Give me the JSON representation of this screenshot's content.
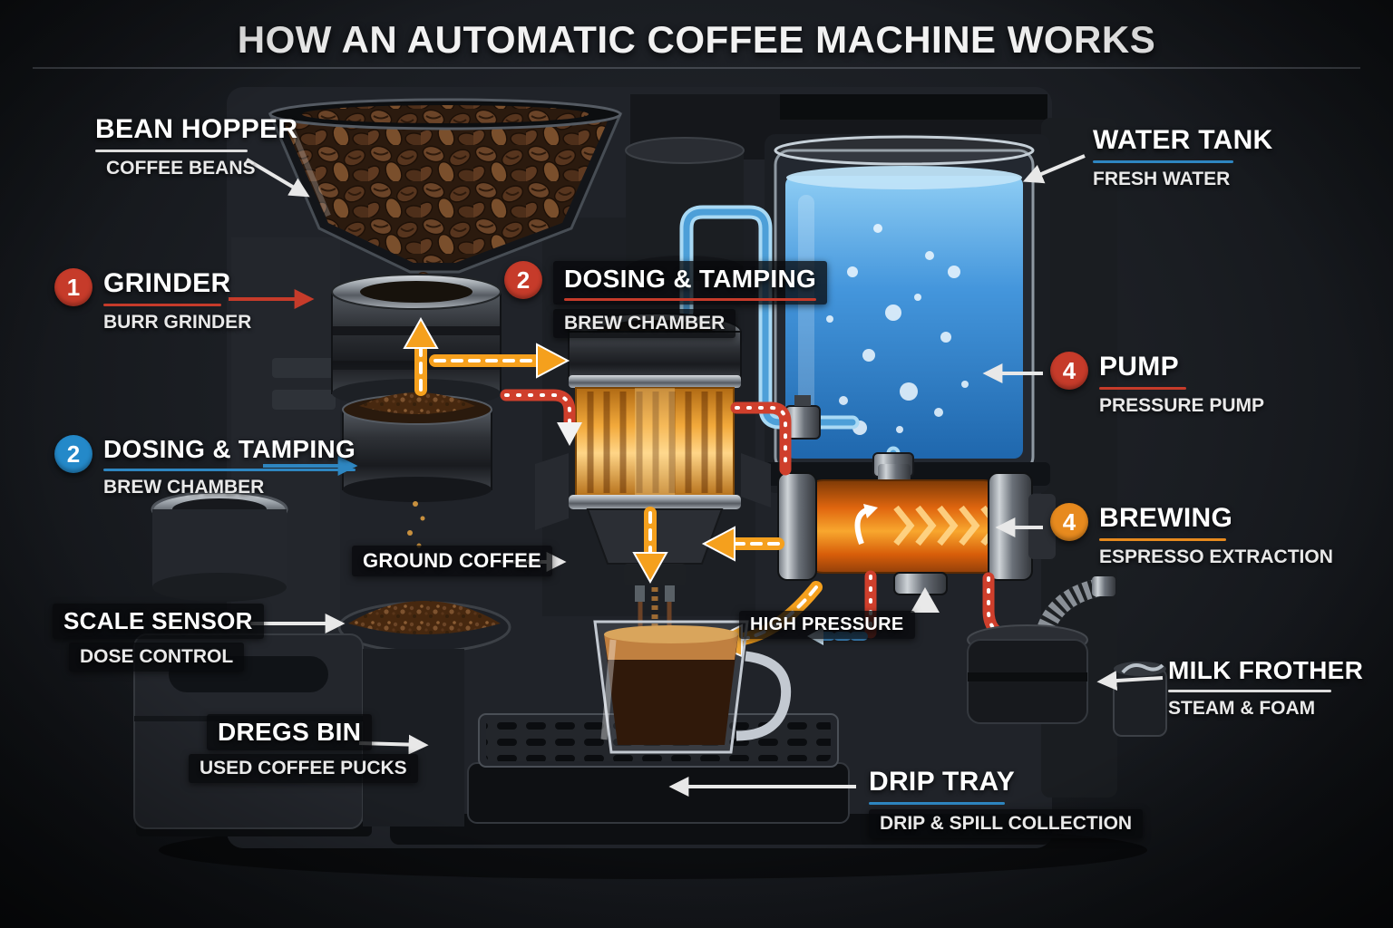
{
  "title": "HOW AN AUTOMATIC COFFEE MACHINE WORKS",
  "colors": {
    "accent_red": "#c63b2a",
    "accent_blue": "#2e86c1",
    "accent_orange": "#e78a1e",
    "water_blue": "#4aa3e8",
    "brew_amber": "#e8a33d",
    "background_dark": "#16181d"
  },
  "labels": {
    "bean_hopper": {
      "title": "BEAN HOPPER",
      "subtitle": "COFFEE BEANS"
    },
    "water_tank": {
      "title": "WATER TANK",
      "subtitle": "FRESH WATER"
    },
    "grinder": {
      "num": "1",
      "title": "GRINDER",
      "subtitle": "BURR GRINDER"
    },
    "dosing_center": {
      "num": "2",
      "title": "DOSING & TAMPING",
      "subtitle": "BREW CHAMBER"
    },
    "pump": {
      "num": "4",
      "title": "PUMP",
      "subtitle": "PRESSURE PUMP"
    },
    "dosing_left": {
      "num": "2",
      "title": "DOSING & TAMPING",
      "subtitle": "BREW CHAMBER"
    },
    "brewing": {
      "num": "4",
      "title": "BREWING",
      "subtitle": "ESPRESSO EXTRACTION"
    },
    "ground_coffee": {
      "title": "GROUND COFFEE"
    },
    "scale_sensor": {
      "title": "SCALE SENSOR",
      "subtitle": "DOSE CONTROL"
    },
    "high_pressure": {
      "title": "HIGH PRESSURE"
    },
    "milk_frother": {
      "title": "MILK FROTHER",
      "subtitle": "STEAM & FOAM"
    },
    "dregs_bin": {
      "title": "DREGS BIN",
      "subtitle": "USED COFFEE PUCKS"
    },
    "drip_tray": {
      "title": "DRIP TRAY",
      "subtitle": "DRIP & SPILL COLLECTION"
    }
  }
}
